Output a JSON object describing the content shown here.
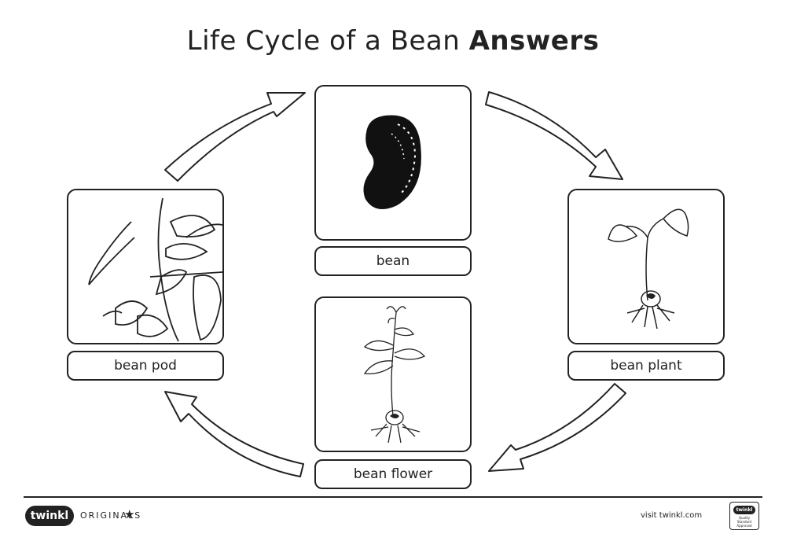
{
  "title": {
    "regular": "Life Cycle of a Bean ",
    "bold": "Answers"
  },
  "stages": [
    {
      "label": "bean"
    },
    {
      "label": "bean plant"
    },
    {
      "label": "bean flower"
    },
    {
      "label": "bean pod"
    }
  ],
  "footer": {
    "logo_text": "twinkl",
    "originals": "ORIGINALS",
    "star": "★",
    "visit": "visit twinkl.com",
    "badge_logo": "twinkl",
    "badge_text": "Quality Standard Approved"
  }
}
